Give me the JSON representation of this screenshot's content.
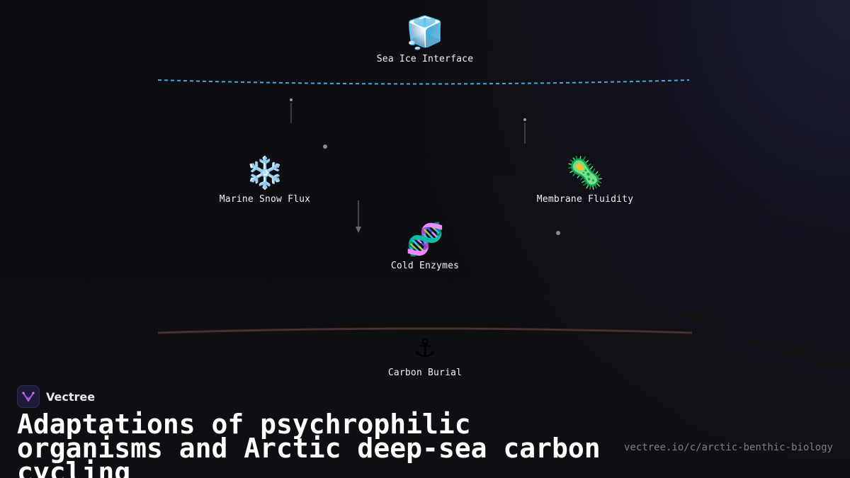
{
  "nodes": [
    {
      "id": "sea-ice-interface",
      "icon": "🧊",
      "icon_name": "ice-cube-icon",
      "label": "Sea Ice Interface"
    },
    {
      "id": "marine-snow-flux",
      "icon": "❄️",
      "icon_name": "snowflake-icon",
      "label": "Marine Snow Flux"
    },
    {
      "id": "membrane-fluidity",
      "icon": "🦠",
      "icon_name": "microbe-icon",
      "label": "Membrane Fluidity"
    },
    {
      "id": "cold-enzymes",
      "icon": "🧬",
      "icon_name": "dna-icon",
      "label": "Cold Enzymes"
    },
    {
      "id": "carbon-burial",
      "icon": "⚓",
      "icon_name": "anchor-icon",
      "label": "Carbon Burial"
    }
  ],
  "colors": {
    "background": "#0f0f13",
    "ice_line": "#4aa8d8",
    "sediment_line": "#4a2f2c",
    "connector": "#8a8a92",
    "brand_accent": "#c05bd8"
  },
  "brand": {
    "name": "Vectree",
    "logo_icon": "vectree-logo-icon"
  },
  "title": "Adaptations of psychrophilic organisms and Arctic deep-sea carbon cycling",
  "url": "vectree.io/c/arctic-benthic-biology"
}
